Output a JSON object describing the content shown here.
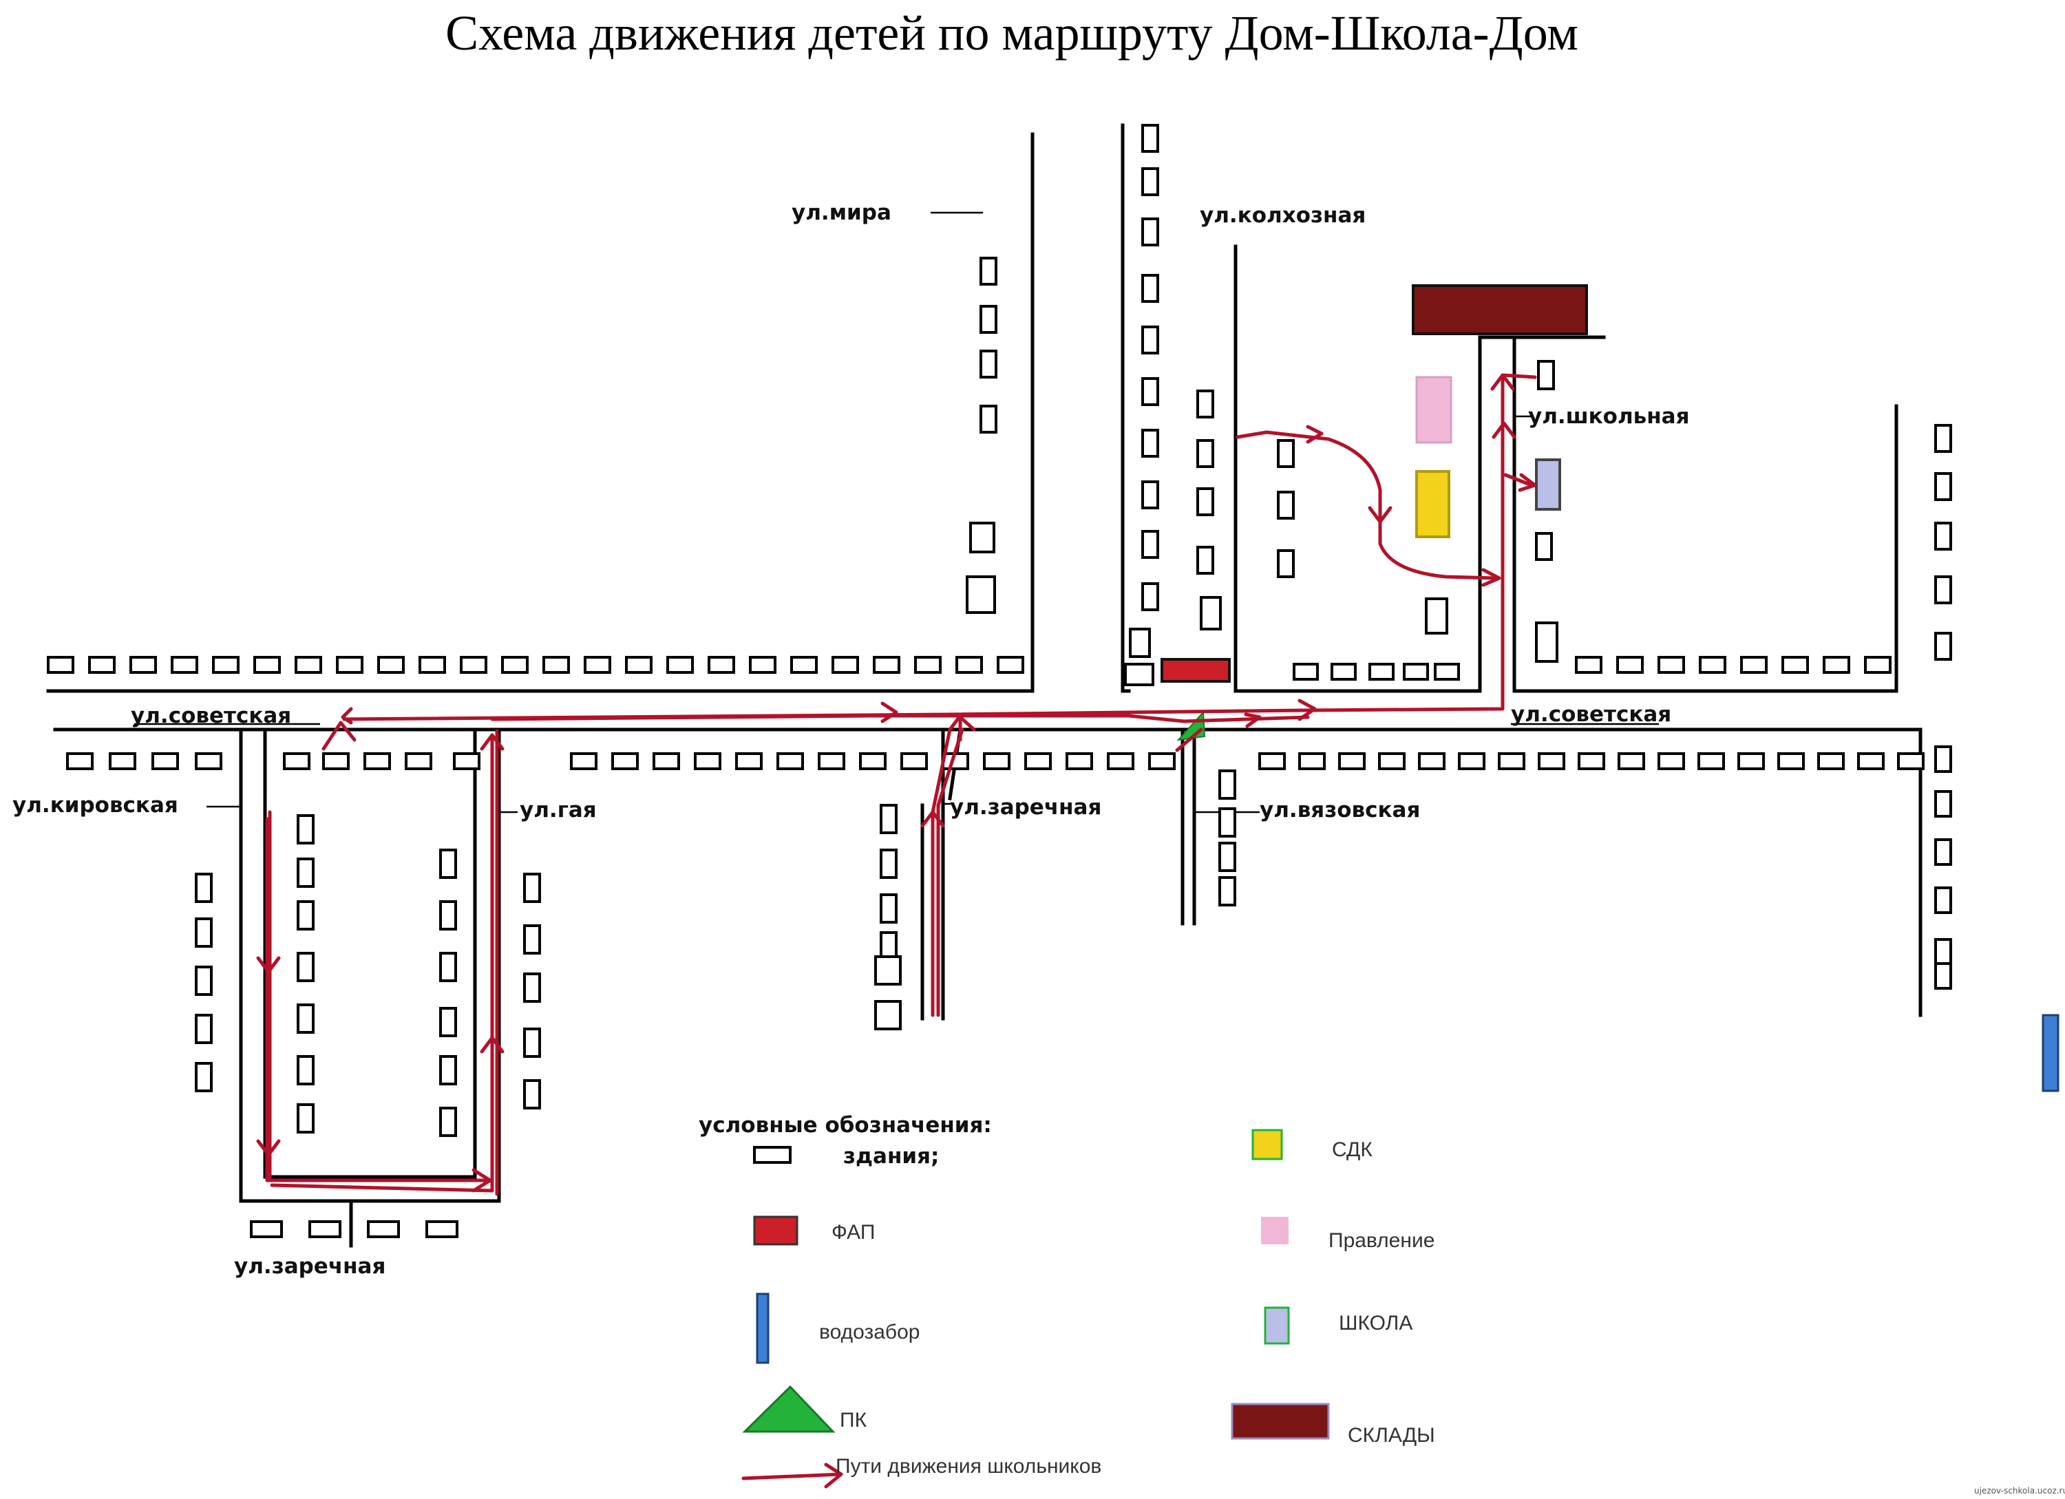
{
  "title": "Схема движения детей по маршруту Дом-Школа-Дом",
  "streets": {
    "mira": "ул.мира",
    "kolkhoznaya": "ул.колхозная",
    "shkolnaya": "ул.школьная",
    "sovetskaya_left": "ул.советская",
    "sovetskaya_right": "ул.советская",
    "kirovskaya": "ул.кировская",
    "gaya": "ул.гая",
    "zarechnaya_mid": "ул.заречная",
    "vyazovskaya": "ул.вязовская",
    "zarechnaya_bottom": "ул.заречная"
  },
  "legend": {
    "heading_line1": "условные обозначения:",
    "heading_line2": "здания;",
    "items": [
      {
        "label": "ФАП",
        "color": "#cc1f2a",
        "icon": "red-rectangle"
      },
      {
        "label": "водозабор",
        "color": "#3d7fd4",
        "icon": "blue-bar"
      },
      {
        "label": "ПК",
        "color": "#23b33a",
        "icon": "green-triangle"
      },
      {
        "label": "Пути движения школьников",
        "color": "#b3122a",
        "icon": "red-arrow"
      },
      {
        "label": "СДК",
        "color": "#f2d21b",
        "icon": "yellow-square"
      },
      {
        "label": "Правление",
        "color": "#f0b8d6",
        "icon": "pink-square"
      },
      {
        "label": "ШКОЛА",
        "color": "#b9bfe6",
        "icon": "lavender-square"
      },
      {
        "label": "СКЛАДЫ",
        "color": "#7a1515",
        "icon": "dark-red-rectangle"
      }
    ]
  },
  "colors": {
    "route": "#b3122a",
    "fap": "#cc1f2a",
    "sdk": "#f2d21b",
    "pravlenie": "#f0b8d6",
    "school": "#b9bfe6",
    "sklady": "#7a1515",
    "pk": "#23b33a",
    "vodozabor": "#3d7fd4"
  },
  "watermark": "ujezov-schkola.ucoz.ru"
}
